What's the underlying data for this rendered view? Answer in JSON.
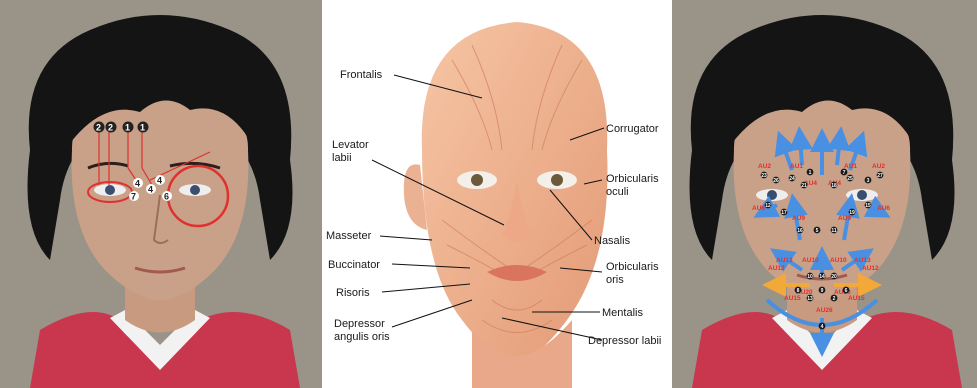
{
  "left_panel": {
    "markers_top": [
      "2",
      "2",
      "1",
      "1"
    ],
    "markers_eye": [
      "4",
      "4",
      "4",
      "7",
      "6"
    ],
    "marker_color": "#e0312f"
  },
  "middle_panel": {
    "labels": {
      "frontalis": "Frontalis",
      "corrugator": "Corrugator",
      "levator": [
        "Levator",
        "labii"
      ],
      "orbicularis_oculi": [
        "Orbicularis",
        "oculi"
      ],
      "nasalis": "Nasalis",
      "masseter": "Masseter",
      "buccinator": "Buccinator",
      "orbicularis_oris": [
        "Orbicularis",
        "oris"
      ],
      "risoris": "Risoris",
      "mentalis": "Mentalis",
      "depressor_anguli": [
        "Depressor",
        "angulis oris"
      ],
      "depressor_labii": "Depressor labii"
    }
  },
  "right_panel": {
    "arrow_color": "#4a90e2",
    "horizontal_arrow_color": "#f3a93a",
    "au_labels": [
      "AU2",
      "AU1",
      "AU1",
      "AU2",
      "AU4",
      "AU4",
      "AU6",
      "AU9",
      "AU9",
      "AU6",
      "AU12",
      "AU13",
      "AU10",
      "AU10",
      "AU13",
      "AU12",
      "AU15",
      "AU20",
      "AU20",
      "AU15",
      "AU26"
    ],
    "point_numbers": [
      "23",
      "26",
      "24",
      "21",
      "1",
      "7",
      "18",
      "25",
      "3",
      "27",
      "12",
      "17",
      "16",
      "5",
      "11",
      "19",
      "15",
      "10",
      "14",
      "20",
      "8",
      "9",
      "6",
      "13",
      "2",
      "4"
    ]
  }
}
